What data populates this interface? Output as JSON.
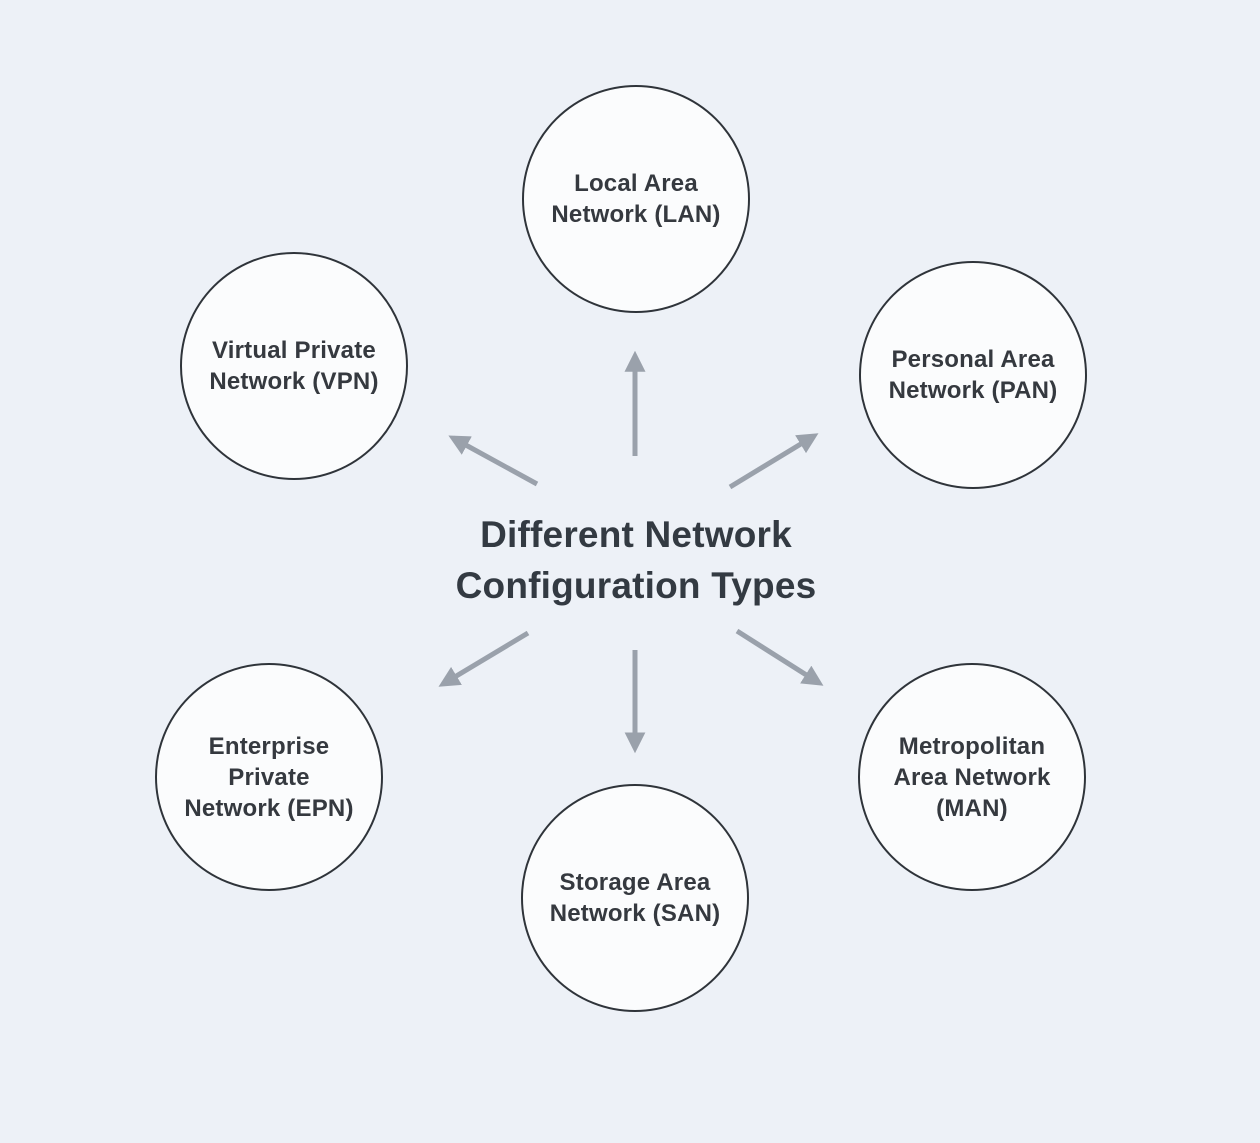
{
  "diagram": {
    "title": {
      "full": "Different Network Configuration Types",
      "lines": [
        "Different Network",
        "Configuration Types"
      ]
    },
    "nodes": [
      {
        "id": "lan",
        "position": "top",
        "label": "Local Area Network (LAN)",
        "lines": [
          "Local Area",
          "Network (LAN)"
        ]
      },
      {
        "id": "pan",
        "position": "top-right",
        "label": "Personal Area Network (PAN)",
        "lines": [
          "Personal Area",
          "Network (PAN)"
        ]
      },
      {
        "id": "man",
        "position": "bottom-right",
        "label": "Metropolitan Area Network (MAN)",
        "lines": [
          "Metropolitan",
          "Area Network",
          "(MAN)"
        ]
      },
      {
        "id": "san",
        "position": "bottom",
        "label": "Storage Area Network (SAN)",
        "lines": [
          "Storage Area",
          "Network (SAN)"
        ]
      },
      {
        "id": "epn",
        "position": "bottom-left",
        "label": "Enterprise Private Network (EPN)",
        "lines": [
          "Enterprise",
          "Private",
          "Network (EPN)"
        ]
      },
      {
        "id": "vpn",
        "position": "top-left",
        "label": "Virtual Private Network (VPN)",
        "lines": [
          "Virtual Private",
          "Network (VPN)"
        ]
      }
    ],
    "connectors": "six arrows radiating from center title outward to each circle"
  },
  "colors": {
    "background": "#edf1f7",
    "circle_fill": "#fbfcfd",
    "circle_border": "#2f343a",
    "node_text": "#35393f",
    "title_text": "#333a42",
    "arrow": "#9aa1ab"
  }
}
